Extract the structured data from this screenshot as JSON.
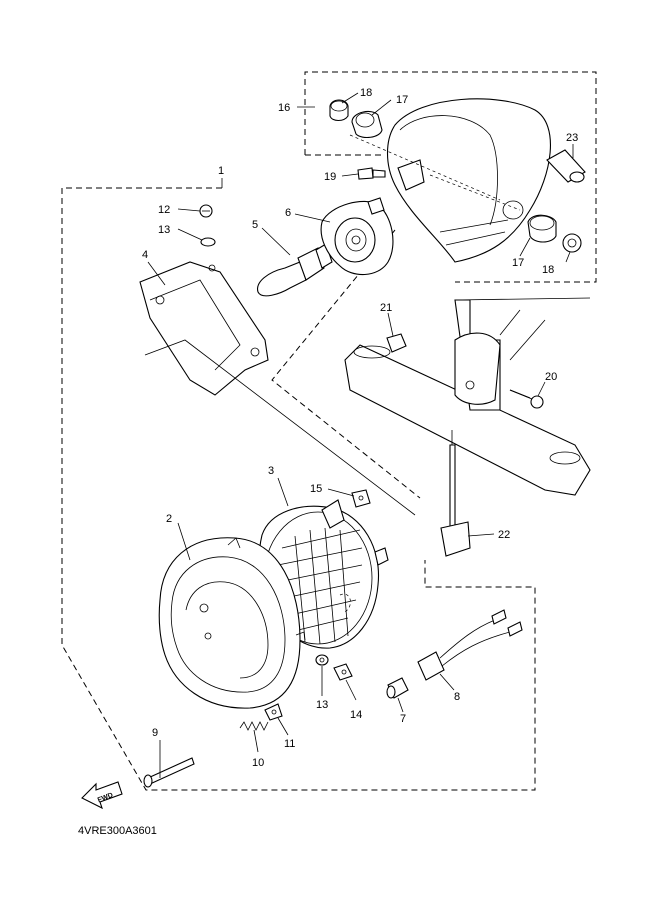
{
  "diagram": {
    "code": "4VRE300A3601",
    "direction_mark": "FWD",
    "callouts": [
      {
        "id": "c1",
        "text": "1"
      },
      {
        "id": "c2",
        "text": "2"
      },
      {
        "id": "c3",
        "text": "3"
      },
      {
        "id": "c4",
        "text": "4"
      },
      {
        "id": "c5",
        "text": "5"
      },
      {
        "id": "c6",
        "text": "6"
      },
      {
        "id": "c7",
        "text": "7"
      },
      {
        "id": "c8",
        "text": "8"
      },
      {
        "id": "c9",
        "text": "9"
      },
      {
        "id": "c10",
        "text": "10"
      },
      {
        "id": "c11",
        "text": "11"
      },
      {
        "id": "c12",
        "text": "12"
      },
      {
        "id": "c13a",
        "text": "13"
      },
      {
        "id": "c13b",
        "text": "13"
      },
      {
        "id": "c14",
        "text": "14"
      },
      {
        "id": "c15",
        "text": "15"
      },
      {
        "id": "c16",
        "text": "16"
      },
      {
        "id": "c17a",
        "text": "17"
      },
      {
        "id": "c17b",
        "text": "17"
      },
      {
        "id": "c18a",
        "text": "18"
      },
      {
        "id": "c18b",
        "text": "18"
      },
      {
        "id": "c19",
        "text": "19"
      },
      {
        "id": "c20",
        "text": "20"
      },
      {
        "id": "c21",
        "text": "21"
      },
      {
        "id": "c22",
        "text": "22"
      },
      {
        "id": "c23",
        "text": "23"
      }
    ]
  }
}
